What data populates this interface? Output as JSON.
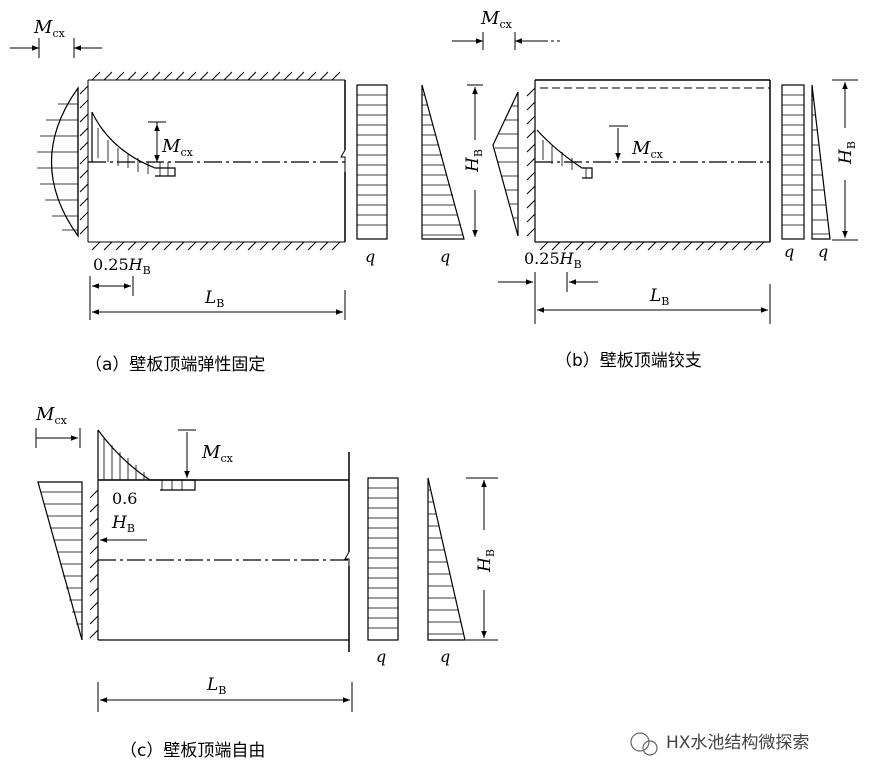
{
  "captions": {
    "a": "（a）壁板顶端弹性固定",
    "b": "（b）壁板顶端铰支",
    "c": "（c）壁板顶端自由"
  },
  "labels": {
    "M": "M",
    "cx": "cx",
    "H": "H",
    "B": "B",
    "L": "L",
    "q": "q",
    "f025": "0.25",
    "f06": "0.6"
  },
  "watermark": "HX水池结构微探索"
}
